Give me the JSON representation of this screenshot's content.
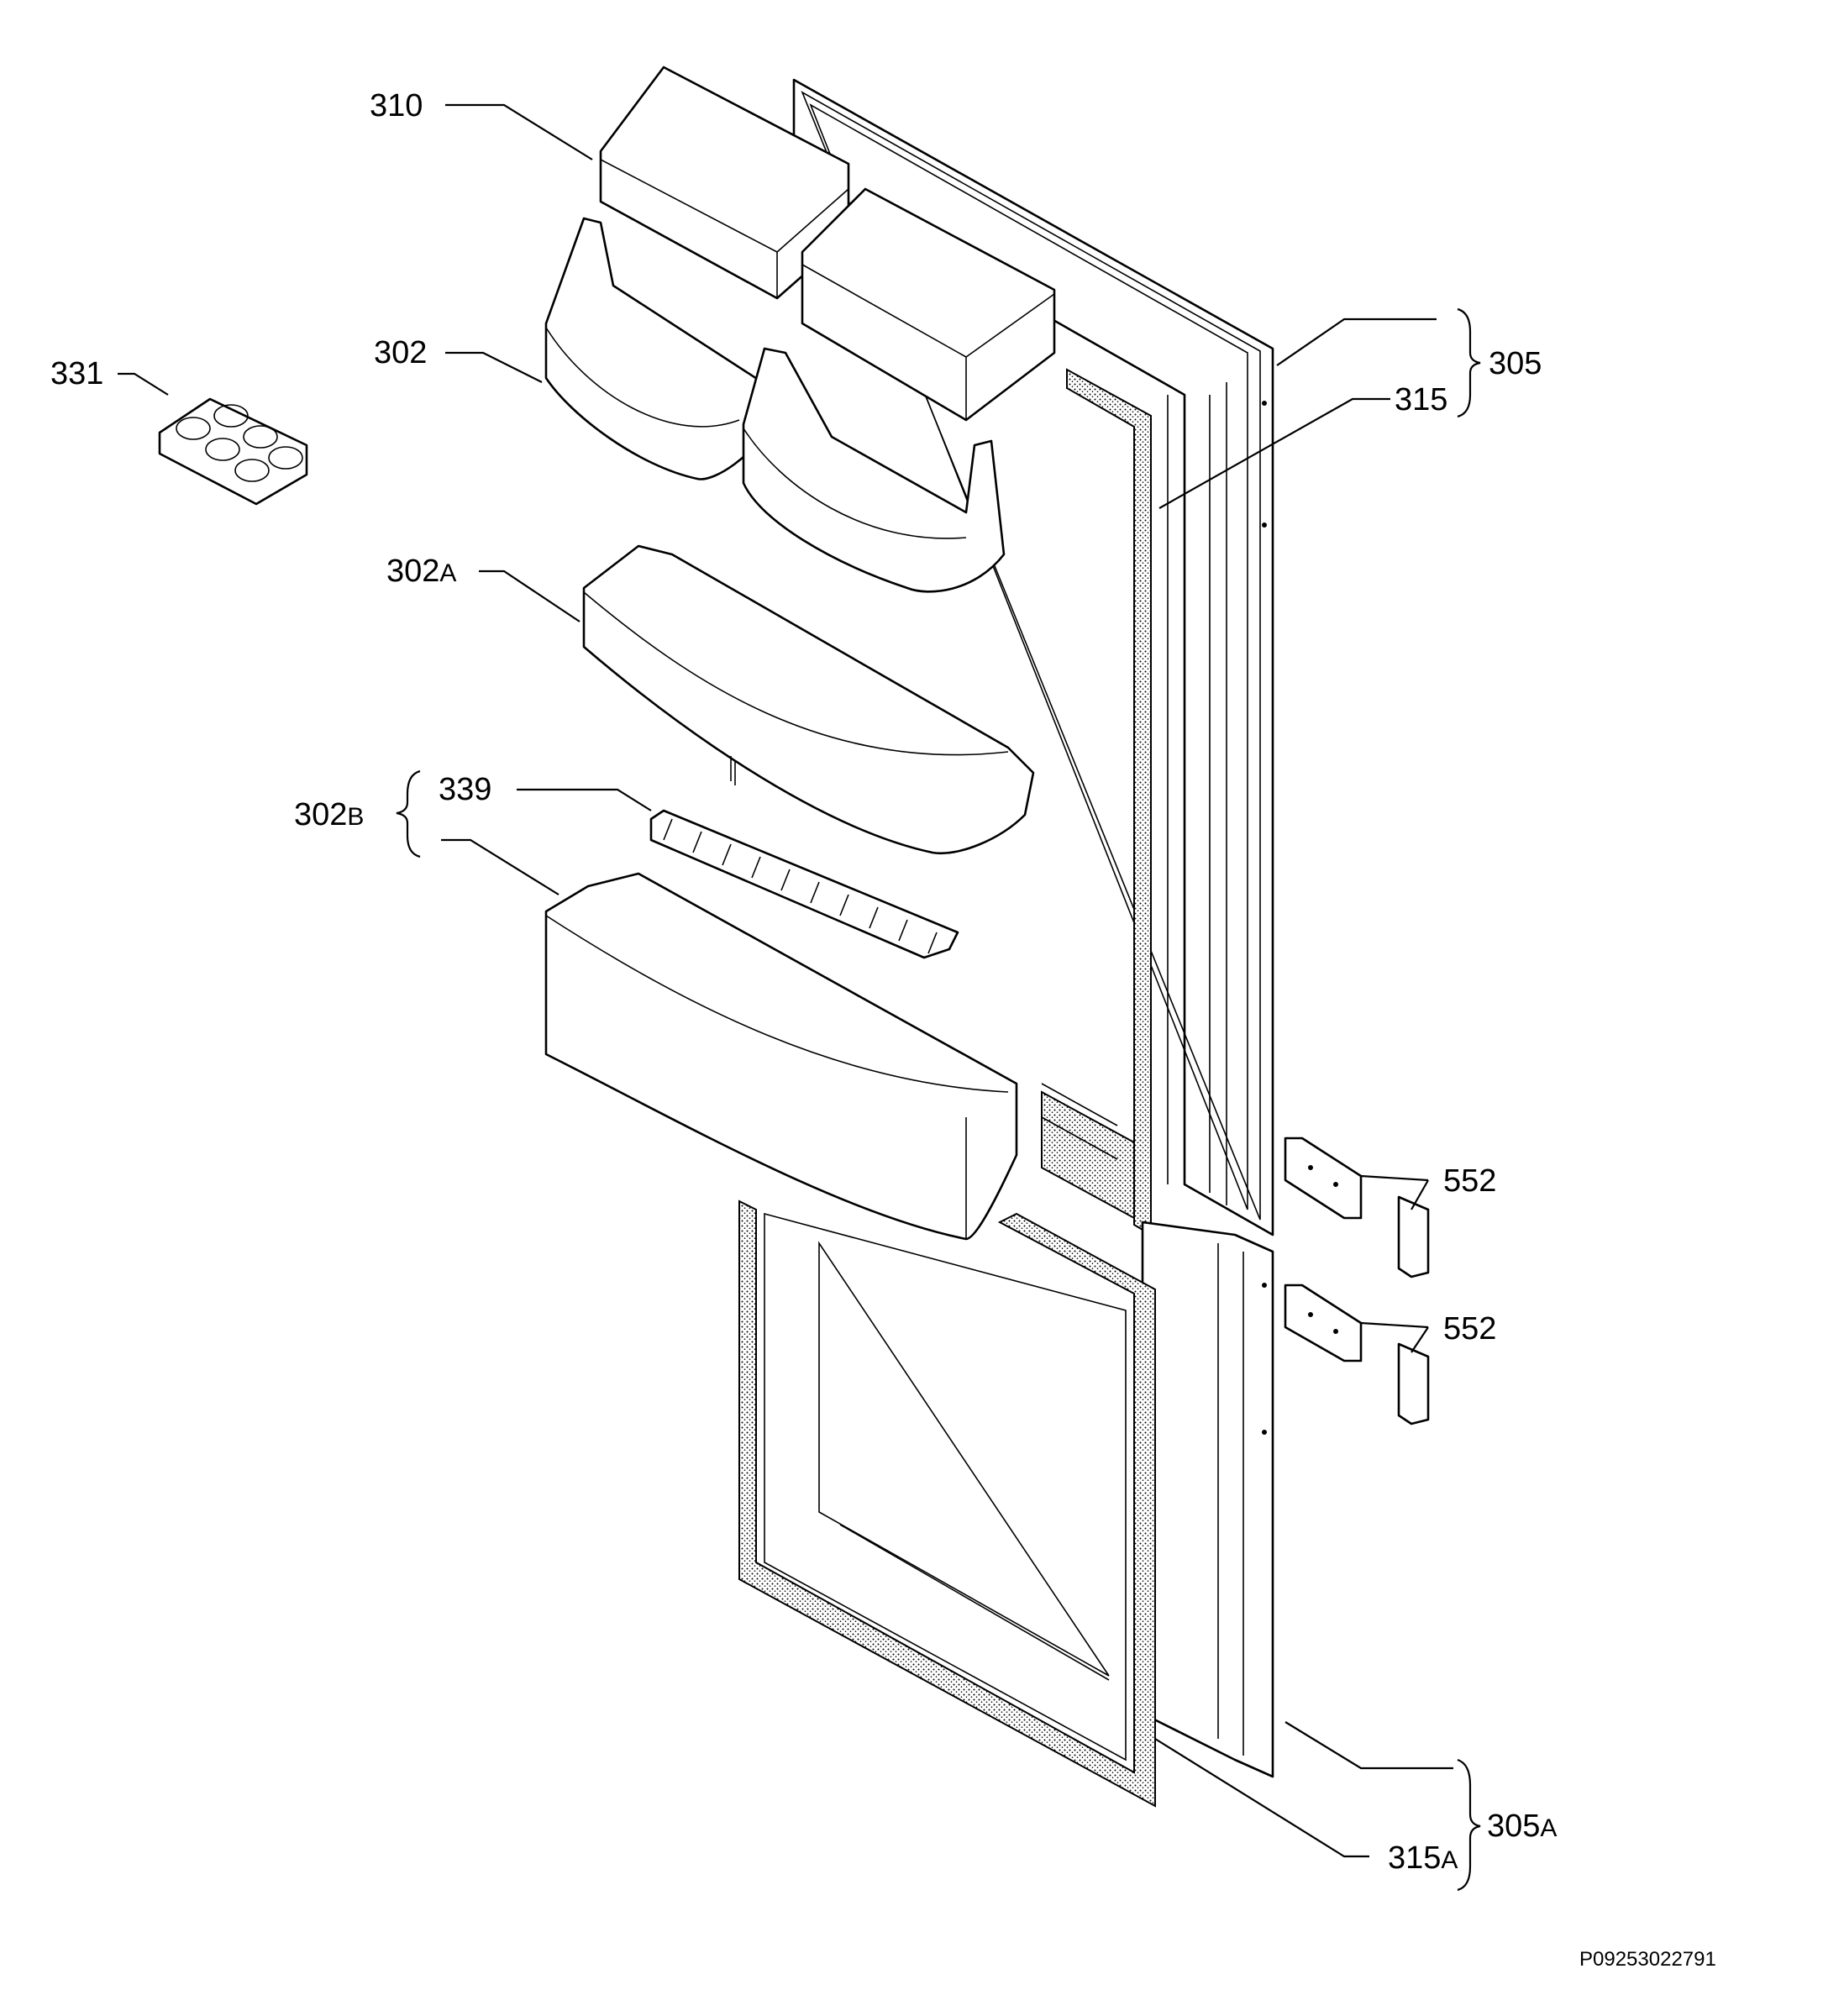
{
  "callouts": {
    "c310": "310",
    "c302": "302",
    "c331": "331",
    "c302A_main": "302",
    "c302A_sub": "A",
    "c302B_main": "302",
    "c302B_sub": "B",
    "c339": "339",
    "c305": "305",
    "c315": "315",
    "c552_top": "552",
    "c552_bottom": "552",
    "c305A_main": "305",
    "c305A_sub": "A",
    "c315A_main": "315",
    "c315A_sub": "A"
  },
  "drawing_code": "P09253022791",
  "parts": {
    "p310": "dairy-compartment-lid",
    "p302": "door-shelf-small",
    "p302A": "door-bottle-shelf",
    "p302B": "door-bottle-shelf-large",
    "p339": "bottle-retainer",
    "p331": "egg-tray",
    "p305": "upper-door",
    "p315": "upper-door-gasket",
    "p305A": "lower-door",
    "p315A": "lower-door-gasket",
    "p552": "door-hinge-bracket"
  }
}
